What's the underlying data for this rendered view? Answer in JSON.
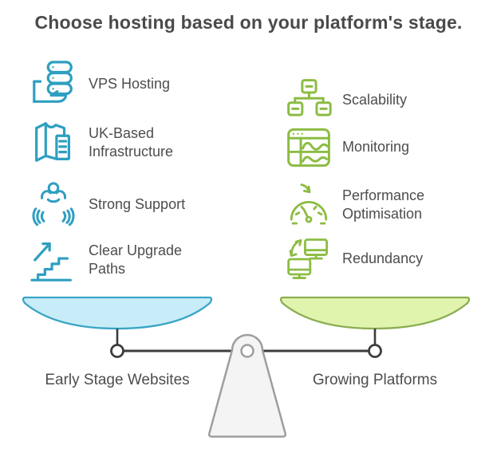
{
  "title": "Choose hosting based on your platform's stage.",
  "left_column": {
    "accent_color": "#2E9FC1",
    "items": [
      {
        "label": "VPS Hosting",
        "icon": "server-in-hand-icon"
      },
      {
        "label": "UK-Based Infrastructure",
        "icon": "map-building-icon"
      },
      {
        "label": "Strong Support",
        "icon": "supporting-hands-icon"
      },
      {
        "label": "Clear Upgrade Paths",
        "icon": "upgrade-stairs-icon"
      }
    ]
  },
  "right_column": {
    "accent_color": "#8CBC43",
    "items": [
      {
        "label": "Scalability",
        "icon": "network-hierarchy-icon"
      },
      {
        "label": "Monitoring",
        "icon": "dashboard-graph-icon"
      },
      {
        "label": "Performance Optimisation",
        "icon": "speedometer-icon"
      },
      {
        "label": "Redundancy",
        "icon": "sync-monitors-icon"
      }
    ]
  },
  "scale": {
    "left_label": "Early Stage Websites",
    "right_label": "Growing Platforms",
    "left_dish_fill": "#C8EDF8",
    "left_dish_stroke": "#3AA5C6",
    "right_dish_fill": "#E0F4AE",
    "right_dish_stroke": "#8CAD52",
    "beam_color": "#3C3C3C",
    "pedestal_fill": "#F4F4F4",
    "pedestal_stroke": "#9E9E9E"
  }
}
